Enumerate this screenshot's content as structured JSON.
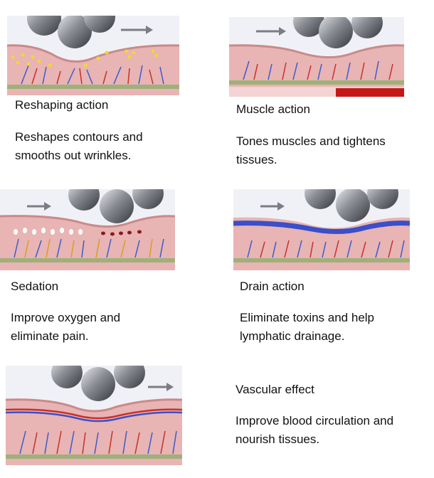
{
  "panels": [
    {
      "title": "Reshaping action",
      "description": "Reshapes contours and smooths out wrinkles."
    },
    {
      "title": "Muscle action",
      "description": "Tones muscles and tightens tissues."
    },
    {
      "title": "Sedation",
      "description": "Improve oxygen and eliminate pain."
    },
    {
      "title": "Drain action",
      "description": "Eliminate toxins and help lymphatic drainage."
    },
    {
      "title": "Vascular effect",
      "description": "Improve blood circulation and nourish tissues."
    }
  ],
  "colors": {
    "skin": "#e8b4b4",
    "skin_dark": "#d99a9a",
    "vessel_red": "#c8302a",
    "vessel_blue": "#3a5bd0",
    "fat_yellow": "#f2d830",
    "roller": "#8a8d94",
    "arrow": "#7a7d84"
  },
  "icons": {
    "roller": "roller-ball-icon",
    "arrow": "direction-arrow-icon"
  }
}
